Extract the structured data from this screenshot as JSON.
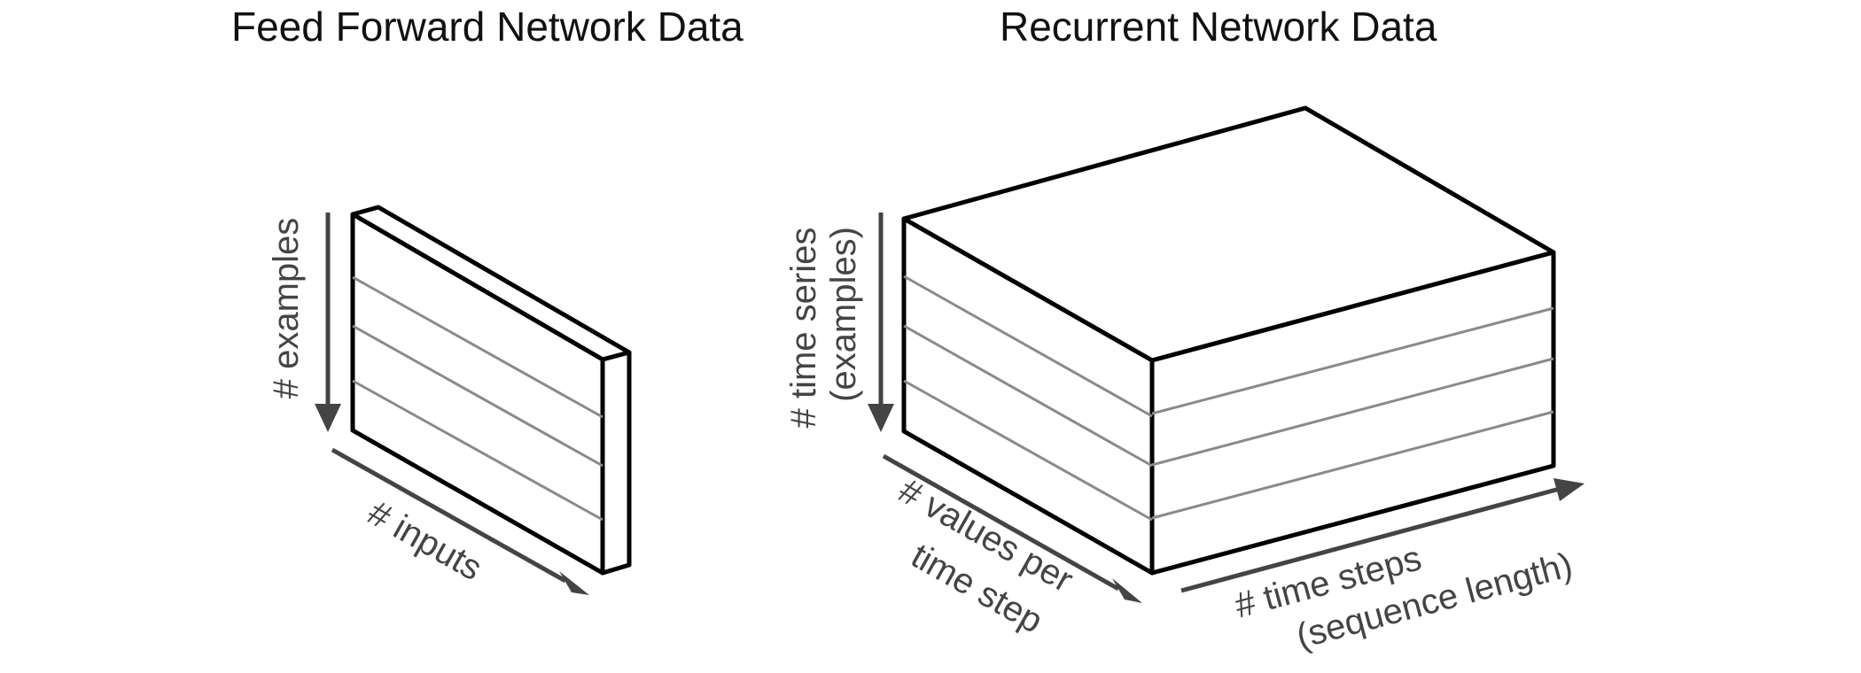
{
  "titles": {
    "feed_forward": "Feed Forward Network Data",
    "recurrent": "Recurrent Network Data"
  },
  "feed_forward": {
    "axis_examples": "# examples",
    "axis_inputs": "# inputs"
  },
  "recurrent": {
    "axis_time_series": [
      "# time series",
      "(examples)"
    ],
    "axis_values": [
      "# values per",
      "time step"
    ],
    "axis_time_steps": [
      "# time steps",
      "(sequence length)"
    ]
  }
}
